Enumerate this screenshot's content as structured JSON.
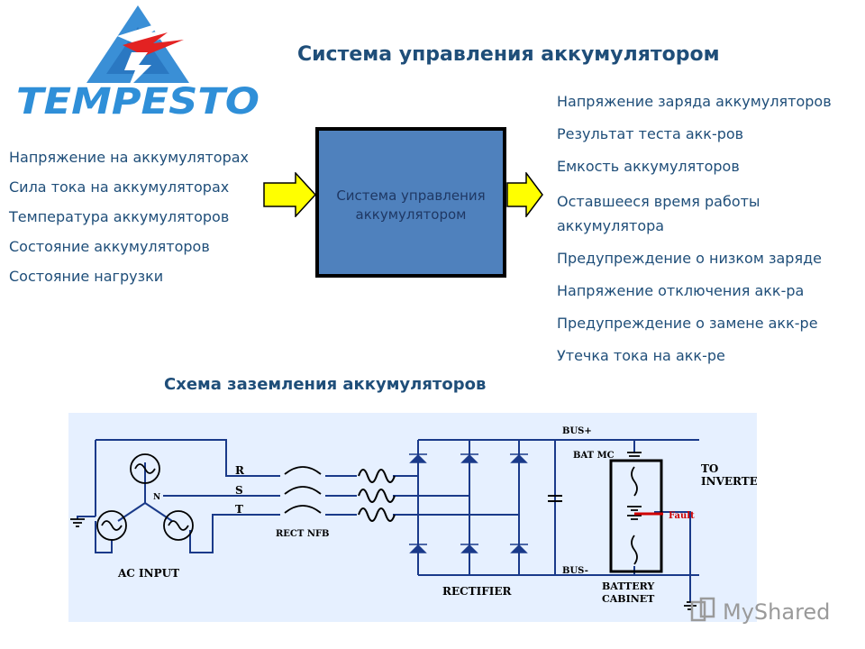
{
  "logo": {
    "text": "TEMPESTO"
  },
  "title": "Система управления аккумулятором",
  "inputs": [
    "Напряжение на аккумуляторах",
    "Сила тока на аккумуляторах",
    "Температура аккумуляторов",
    "Состояние аккумуляторов",
    "Состояние нагрузки"
  ],
  "center_box": {
    "line1": "Система управления",
    "line2": "аккумулятором"
  },
  "outputs": [
    "Напряжение заряда аккумуляторов",
    "Результат теста акк-ров",
    "Емкость аккумуляторов",
    "Оставшееся время работы аккумулятора",
    "Предупреждение о низком заряде",
    "Напряжение отключения акк-ра",
    "Предупреждение о замене акк-ре",
    "Утечка тока на акк-ре"
  ],
  "grounding_title": "Схема заземления аккумуляторов",
  "schematic": {
    "ac_input": "AC INPUT",
    "neutral": "N",
    "phase_r": "R",
    "phase_s": "S",
    "phase_t": "T",
    "rect_nfb": "RECT NFB",
    "rectifier": "RECTIFIER",
    "bus_plus": "BUS+",
    "bus_minus": "BUS-",
    "bat_mc": "BAT MC",
    "fault": "Fault",
    "to_inverter_1": "TO",
    "to_inverter_2": "INVERTER",
    "battery_cabinet_1": "BATTERY",
    "battery_cabinet_2": "CABINET"
  },
  "watermark": "MyShared",
  "colors": {
    "heading": "#1f4e79",
    "box": "#4f81bd",
    "arrow": "#ffff00",
    "schematic_bg": "#e6f0ff",
    "fault": "#d00000"
  }
}
